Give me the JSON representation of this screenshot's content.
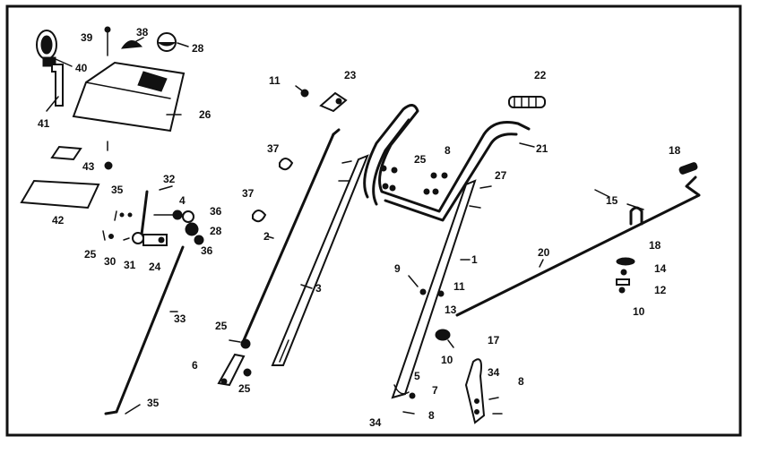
{
  "diagram": {
    "labels": [
      {
        "id": "l39",
        "text": "39"
      },
      {
        "id": "l38a",
        "text": "38"
      },
      {
        "id": "l28a",
        "text": "28"
      },
      {
        "id": "l40",
        "text": "40"
      },
      {
        "id": "l41",
        "text": "41"
      },
      {
        "id": "l26",
        "text": "26"
      },
      {
        "id": "l43",
        "text": "43"
      },
      {
        "id": "l42",
        "text": "42"
      },
      {
        "id": "l35a",
        "text": "35"
      },
      {
        "id": "l32",
        "text": "32"
      },
      {
        "id": "l4",
        "text": "4"
      },
      {
        "id": "l36a",
        "text": "36"
      },
      {
        "id": "l28b",
        "text": "28"
      },
      {
        "id": "l36b",
        "text": "36"
      },
      {
        "id": "l25a",
        "text": "25"
      },
      {
        "id": "l30",
        "text": "30"
      },
      {
        "id": "l31",
        "text": "31"
      },
      {
        "id": "l24",
        "text": "24"
      },
      {
        "id": "l33",
        "text": "33"
      },
      {
        "id": "l35b",
        "text": "35"
      },
      {
        "id": "l11a",
        "text": "11"
      },
      {
        "id": "l23",
        "text": "23"
      },
      {
        "id": "l37a",
        "text": "37"
      },
      {
        "id": "l37b",
        "text": "37"
      },
      {
        "id": "l2",
        "text": "2"
      },
      {
        "id": "l3",
        "text": "3"
      },
      {
        "id": "l25b",
        "text": "25"
      },
      {
        "id": "l6",
        "text": "6"
      },
      {
        "id": "l25c",
        "text": "25"
      },
      {
        "id": "l22",
        "text": "22"
      },
      {
        "id": "l21",
        "text": "21"
      },
      {
        "id": "l8a",
        "text": "8"
      },
      {
        "id": "l25d",
        "text": "25"
      },
      {
        "id": "l27",
        "text": "27"
      },
      {
        "id": "l9",
        "text": "9"
      },
      {
        "id": "l1",
        "text": "1"
      },
      {
        "id": "l11b",
        "text": "11"
      },
      {
        "id": "l13",
        "text": "13"
      },
      {
        "id": "l10a",
        "text": "10"
      },
      {
        "id": "l5",
        "text": "5"
      },
      {
        "id": "l7",
        "text": "7"
      },
      {
        "id": "l34a",
        "text": "34"
      },
      {
        "id": "l8b",
        "text": "8"
      },
      {
        "id": "l17",
        "text": "17"
      },
      {
        "id": "l34b",
        "text": "34"
      },
      {
        "id": "l8c",
        "text": "8"
      },
      {
        "id": "l18a",
        "text": "18"
      },
      {
        "id": "l15",
        "text": "15"
      },
      {
        "id": "l20",
        "text": "20"
      },
      {
        "id": "l18b",
        "text": "18"
      },
      {
        "id": "l14",
        "text": "14"
      },
      {
        "id": "l12",
        "text": "12"
      },
      {
        "id": "l10b",
        "text": "10"
      }
    ]
  }
}
